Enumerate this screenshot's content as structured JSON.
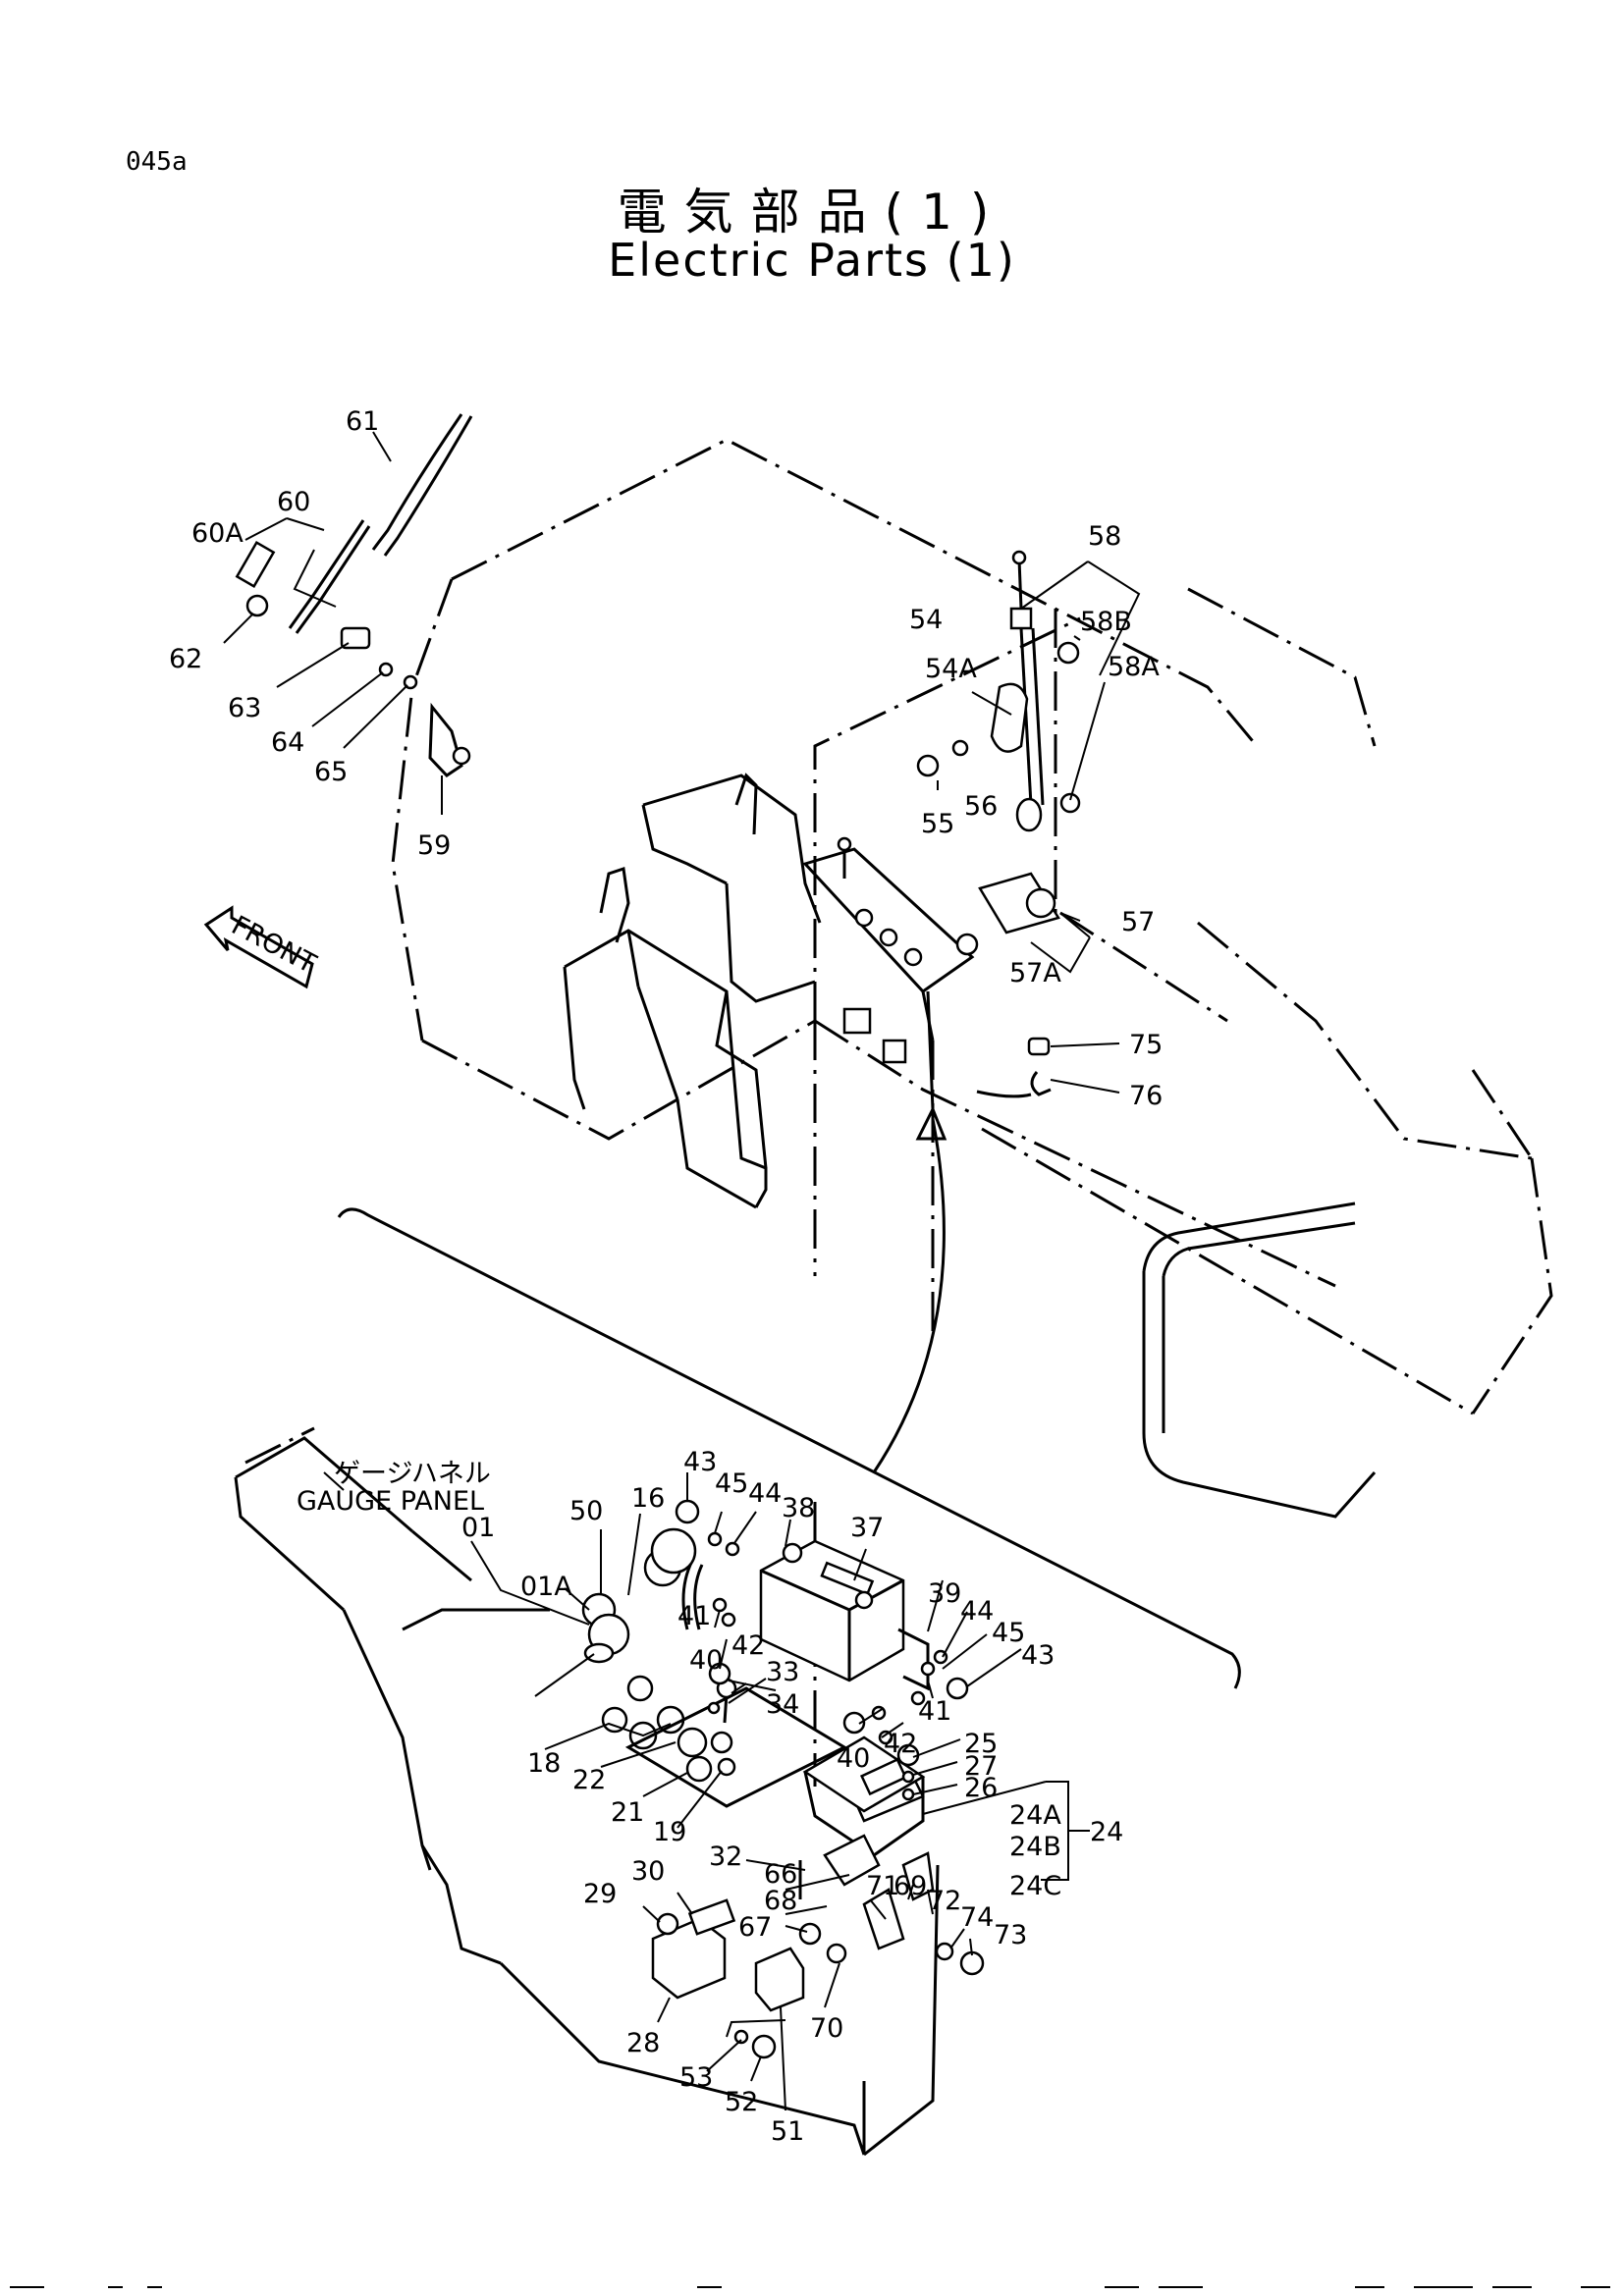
{
  "page_code": "045a",
  "title_jp": "電気部品(1)",
  "title_en": "Electric Parts (1)",
  "front_label": "FRONT",
  "gauge_panel_jp": "ゲージハネル",
  "gauge_panel_en": "GAUGE PANEL",
  "callouts": [
    "61",
    "60",
    "60A",
    "62",
    "63",
    "64",
    "65",
    "59",
    "58",
    "58B",
    "58A",
    "54",
    "54A",
    "55",
    "56",
    "57",
    "57A",
    "75",
    "76",
    "43",
    "45",
    "44",
    "38",
    "37",
    "50",
    "16",
    "01",
    "01A",
    "41",
    "40",
    "42",
    "33",
    "34",
    "39",
    "44",
    "45",
    "43",
    "41",
    "42",
    "25",
    "27",
    "26",
    "40",
    "24A",
    "24B",
    "24C",
    "24",
    "18",
    "22",
    "21",
    "19",
    "32",
    "66",
    "68",
    "71",
    "69",
    "72",
    "74",
    "73",
    "67",
    "29",
    "30",
    "28",
    "53",
    "52",
    "51",
    "70"
  ]
}
